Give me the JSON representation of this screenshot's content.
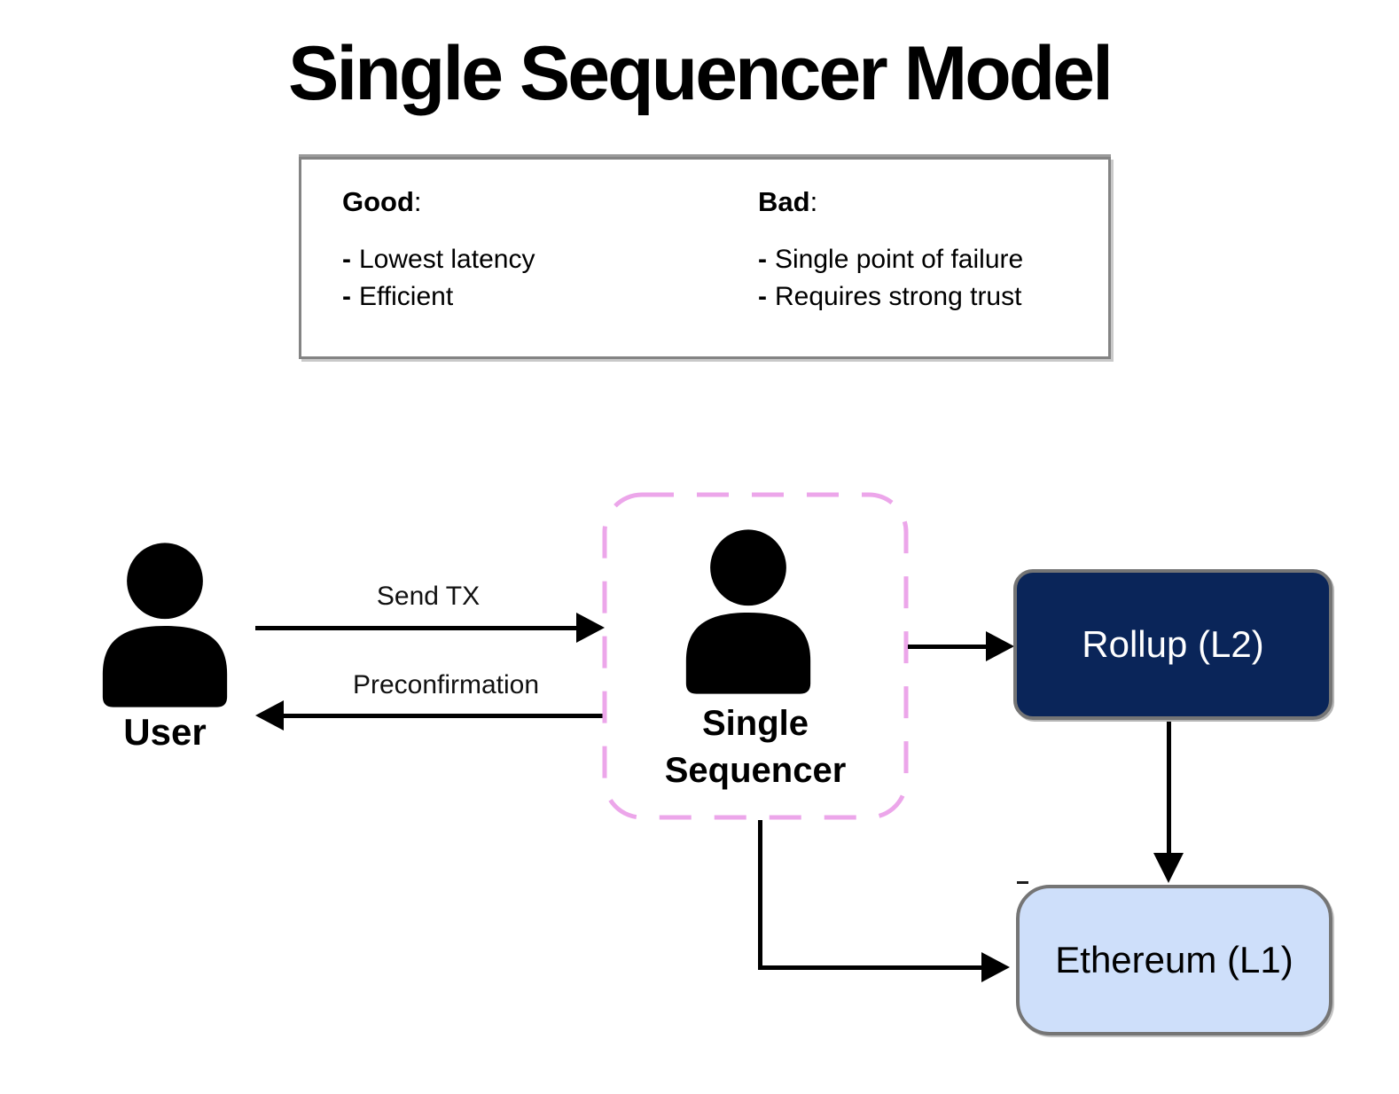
{
  "title": "Single Sequencer Model",
  "pros_cons": {
    "bullet": "-",
    "colon": ":",
    "good": {
      "heading": "Good",
      "items": [
        "Lowest latency",
        "Efficient"
      ]
    },
    "bad": {
      "heading": "Bad",
      "items": [
        "Single point of failure",
        "Requires strong trust"
      ]
    }
  },
  "nodes": {
    "user": {
      "label": "User"
    },
    "sequencer": {
      "lines": [
        "Single",
        "Sequencer"
      ]
    },
    "rollup": {
      "label": "Rollup (L2)"
    },
    "ethereum": {
      "label": "Ethereum (L1)"
    }
  },
  "edges": {
    "send_tx": {
      "label": "Send TX"
    },
    "preconfirmation": {
      "label": "Preconfirmation"
    }
  },
  "colors": {
    "rollup_fill": "#0A2559",
    "rollup_text": "#FFFFFF",
    "ethereum_fill": "#CEDFFA",
    "node_border_gray": "#757575",
    "sequencer_dash_pink": "#ECA6EA",
    "proscons_border_gray": "#848484",
    "arrow_black": "#000000"
  }
}
